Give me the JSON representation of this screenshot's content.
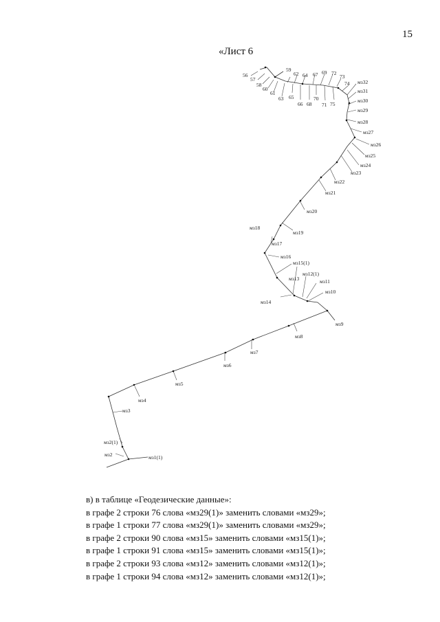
{
  "page_number": "15",
  "sheet_title": "«Лист 6",
  "map_labels": {
    "n56": "56",
    "n57": "57",
    "n58": "58",
    "n59": "59",
    "n60": "60",
    "n61": "61",
    "n62": "62",
    "n63": "63",
    "n64": "64",
    "n65": "65",
    "n66": "66",
    "n67": "67",
    "n68": "68",
    "n69": "69",
    "n70": "70",
    "n71": "71",
    "n72": "72",
    "n73": "73",
    "n74": "74",
    "n75": "75",
    "mz32": "мз32",
    "mz31": "мз31",
    "mz30": "мз30",
    "mz29": "мз29",
    "mz28": "мз28",
    "mz27": "мз27",
    "mz26": "мз26",
    "mz25": "мз25",
    "mz24": "мз24",
    "mz23": "мз23",
    "mz22": "мз22",
    "mz21": "мз21",
    "mz20": "мз20",
    "mz19": "мз19",
    "mz18": "мз18",
    "mz17": "мз17",
    "mz16": "мз16",
    "mz15_1": "мз15(1)",
    "mz13": "мз13",
    "mz12_1": "мз12(1)",
    "mz11": "мз11",
    "mz10": "мз10",
    "mz14": "мз14",
    "mz9": "мз9",
    "mz8": "мз8",
    "mz7": "мз7",
    "mz6": "мз6",
    "mz5": "мз5",
    "mz4": "мз4",
    "mz3": "мз3",
    "mz2_1": "мз2(1)",
    "mz2": "мз2",
    "mz1_1": "мз1(1)"
  },
  "amendments": {
    "intro": "в) в таблице «Геодезические данные»:",
    "lines": [
      "в графе 2 строки 76 слова «мз29(1)» заменить словами «мз29»;",
      "в графе 1 строки 77 слова «мз29(1)» заменить словами «мз29»;",
      "в графе 2 строки 90 слова «мз15» заменить словами «мз15(1)»;",
      "в графе 1 строки 91 слова «мз15» заменить словами «мз15(1)»;",
      "в графе 2 строки 93 слова «мз12» заменить словами «мз12(1)»;",
      "в графе 1 строки 94 слова «мз12» заменить словами «мз12(1)»;"
    ]
  }
}
